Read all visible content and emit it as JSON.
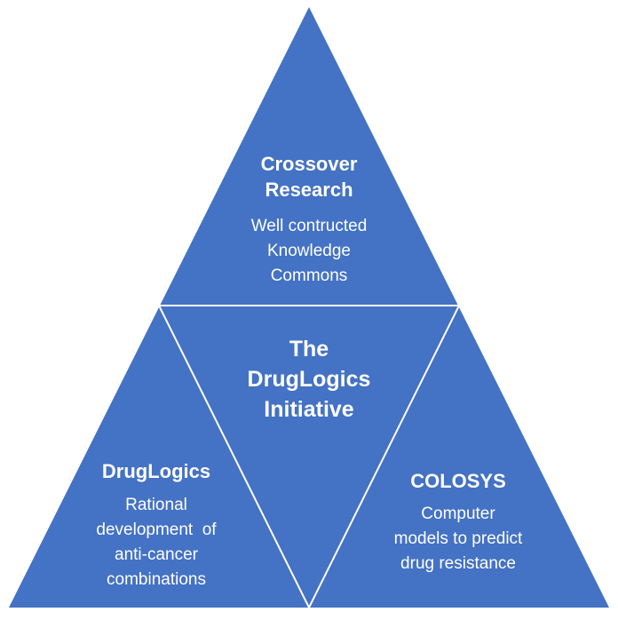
{
  "colors": {
    "triangle_fill": "#4472C4",
    "divider_line": "#FFFFFF",
    "text": "#FFFFFF",
    "background": "#FFFFFF"
  },
  "pyramid": {
    "center": {
      "title": "The\nDrugLogics\nInitiative"
    },
    "top": {
      "title": "Crossover\nResearch",
      "subtitle": "Well contructed\nKnowledge\nCommons"
    },
    "bottom_left": {
      "title": "DrugLogics",
      "subtitle": "Rational\ndevelopment  of\nanti-cancer\ncombinations"
    },
    "bottom_right": {
      "title": "COLOSYS",
      "subtitle": "Computer\nmodels to predict\ndrug resistance"
    }
  }
}
